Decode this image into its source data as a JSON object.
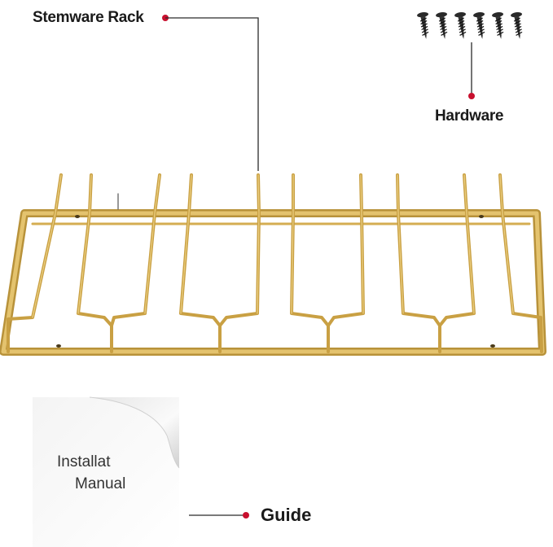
{
  "labels": {
    "stemware_rack": "Stemware Rack",
    "hardware": "Hardware",
    "guide": "Guide"
  },
  "manual": {
    "line1": "Installat",
    "line2": "Manual"
  },
  "hardware": {
    "screw_count": 6
  },
  "rack": {
    "prong_pairs": 5
  },
  "colors": {
    "gold": "#d4ad52",
    "gold_dark": "#b8923a",
    "leader": "#2b2b2b",
    "dot": "#c8102e"
  }
}
